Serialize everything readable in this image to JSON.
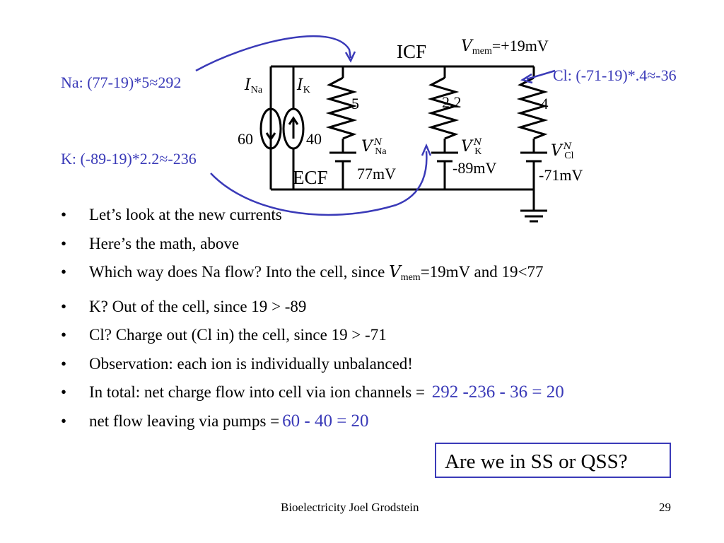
{
  "circuit": {
    "icf": "ICF",
    "ecf": "ECF",
    "vmem_var": "V",
    "vmem_sub": "mem",
    "vmem_value": "=+19mV",
    "ina_var": "I",
    "ina_sub": "Na",
    "ik_var": "I",
    "ik_sub": "K",
    "pump_na_value": "60",
    "pump_k_value": "40",
    "r_na": "5",
    "r_k": "2.2",
    "r_cl": ".4",
    "vna_var": "V",
    "vna_sup": "N",
    "vna_sub": "Na",
    "vk_var": "V",
    "vk_sup": "N",
    "vk_sub": "K",
    "vcl_var": "V",
    "vcl_sup": "N",
    "vcl_sub": "Cl",
    "vna_value": "77mV",
    "vk_value": "-89mV",
    "vcl_value": "-71mV"
  },
  "annotations": {
    "na": "Na: (77-19)*5≈292",
    "k": "K: (-89-19)*2.2≈-236",
    "cl": "Cl: (-71-19)*.4≈-36"
  },
  "bullets": {
    "b1": "Let’s look at the new currents",
    "b2": "Here’s the math, above",
    "b3_pre": "Which way does Na flow?  Into the cell, since ",
    "b3_var": "V",
    "b3_sub": "mem",
    "b3_post": "=19mV and 19<77",
    "b4": "K?  Out of the cell, since 19 > -89",
    "b5": "Cl?  Charge out (Cl in) the cell, since 19 > -71",
    "b6": "Observation: each ion is individually unbalanced!",
    "b7": "In total: net charge flow into cell via ion channels =",
    "b7_answer": "292 -236 - 36 = 20",
    "b8": "net flow leaving via pumps =",
    "b8_answer": "60 - 40 = 20"
  },
  "question_box": "Are we in SS or QSS?",
  "footer": {
    "text": "Bioelectricity Joel Grodstein",
    "page": "29"
  },
  "colors": {
    "accent": "#3a3ab8",
    "text": "#000000"
  }
}
